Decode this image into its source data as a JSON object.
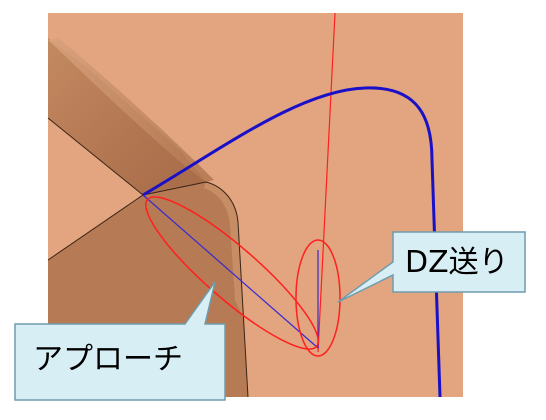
{
  "callouts": {
    "dz_feed": "DZ送り",
    "approach": "アプローチ"
  },
  "colors": {
    "workpiece_face": "#e2a57f",
    "tool_body": "#b67a54",
    "tool_tip_highlight": "#c78c63",
    "toolpath_blue": "#1a10c8",
    "axis_red": "#ff2020",
    "callout_fill": "#d8eef5",
    "callout_stroke": "#6f9cae"
  },
  "icons": {
    "tool": "end-mill-tool-3d",
    "toolpath": "toolpath-curve",
    "highlight": "ellipse-highlight"
  }
}
